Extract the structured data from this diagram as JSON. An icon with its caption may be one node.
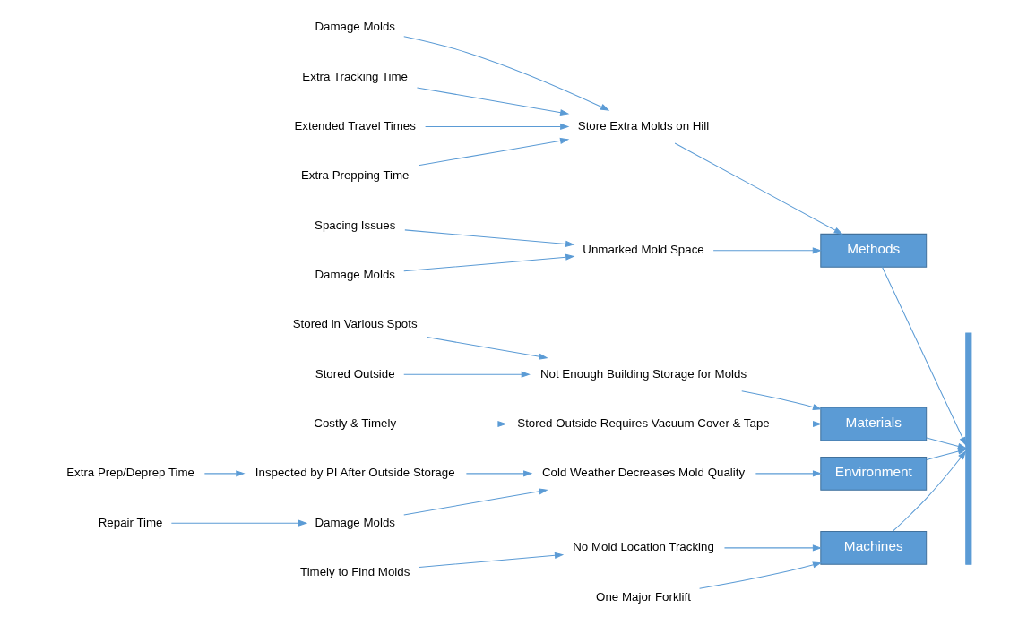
{
  "diagram": {
    "nodes": [
      {
        "text": [
          "Machines"
        ]
      },
      {
        "text": [
          "Methods"
        ]
      },
      {
        "text": [
          "No Mold Location Tracking"
        ]
      },
      {
        "text": [
          "One Major Forklift"
        ]
      },
      {
        "text": [
          "Timely to Find Molds"
        ]
      },
      {
        "text": [
          "Damage Molds"
        ]
      },
      {
        "text": [
          "Store Extra Molds on Hill"
        ]
      },
      {
        "text": [
          "Unmarked Mold Space"
        ]
      },
      {
        "text": [
          "Spacing Issues"
        ]
      },
      {
        "text": [
          "Damage Molds"
        ]
      },
      {
        "text": [
          "Extra Tracking Time"
        ]
      },
      {
        "text": [
          "Extended Travel Times"
        ]
      },
      {
        "text": [
          "Extra Prepping Time"
        ]
      },
      {
        "text": [],
        "shape": "bar"
      },
      {
        "text": [
          "Not Enough Building Storage for Molds"
        ]
      },
      {
        "text": [
          "Inspected by PI After Outside Storage"
        ]
      },
      {
        "text": [
          "Extra Prep/Deprep Time"
        ]
      },
      {
        "text": [
          "Stored Outside Requires Vacuum Cover & Tape"
        ]
      },
      {
        "text": [
          "Costly & Timely"
        ]
      },
      {
        "text": [
          "Cold Weather Decreases Mold Quality"
        ]
      },
      {
        "text": [
          "Stored in Various Spots"
        ]
      },
      {
        "text": [
          "Stored Outside"
        ]
      },
      {
        "text": [
          "Damage Molds"
        ]
      },
      {
        "text": [
          "Repair Time"
        ]
      },
      {
        "text": [
          "Materials"
        ]
      },
      {
        "text": [
          "Environment"
        ]
      }
    ],
    "edges": [
      {
        "from": 0,
        "to": 13,
        "arrow": "to"
      },
      {
        "from": 1,
        "to": 13,
        "arrow": "to"
      },
      {
        "from": 24,
        "to": 13,
        "arrow": "to"
      },
      {
        "from": 25,
        "to": 13,
        "arrow": "to"
      },
      {
        "from": 3,
        "to": 0,
        "arrow": "to"
      },
      {
        "from": 2,
        "to": 0,
        "arrow": "to"
      },
      {
        "from": 4,
        "to": 2,
        "arrow": "to"
      },
      {
        "from": 5,
        "to": 6,
        "arrow": "to"
      },
      {
        "from": 10,
        "to": 6,
        "arrow": "to"
      },
      {
        "from": 11,
        "to": 6,
        "arrow": "to"
      },
      {
        "from": 12,
        "to": 6,
        "arrow": "to"
      },
      {
        "from": 6,
        "to": 1,
        "arrow": "to"
      },
      {
        "from": 7,
        "to": 1,
        "arrow": "to"
      },
      {
        "from": 9,
        "to": 7,
        "arrow": "to"
      },
      {
        "from": 8,
        "to": 7,
        "arrow": "to"
      },
      {
        "from": 18,
        "to": 17,
        "arrow": "to"
      },
      {
        "from": 17,
        "to": 24,
        "arrow": "to"
      },
      {
        "from": 14,
        "to": 24,
        "arrow": "to"
      },
      {
        "from": 20,
        "to": 14,
        "arrow": "to"
      },
      {
        "from": 21,
        "to": 14,
        "arrow": "to"
      },
      {
        "from": 19,
        "to": 25,
        "arrow": "to"
      },
      {
        "from": 15,
        "to": 19,
        "arrow": "to"
      },
      {
        "from": 16,
        "to": 15,
        "arrow": "to"
      },
      {
        "from": 22,
        "to": 19,
        "arrow": "to"
      },
      {
        "from": 23,
        "to": 22,
        "arrow": "to"
      }
    ]
  }
}
